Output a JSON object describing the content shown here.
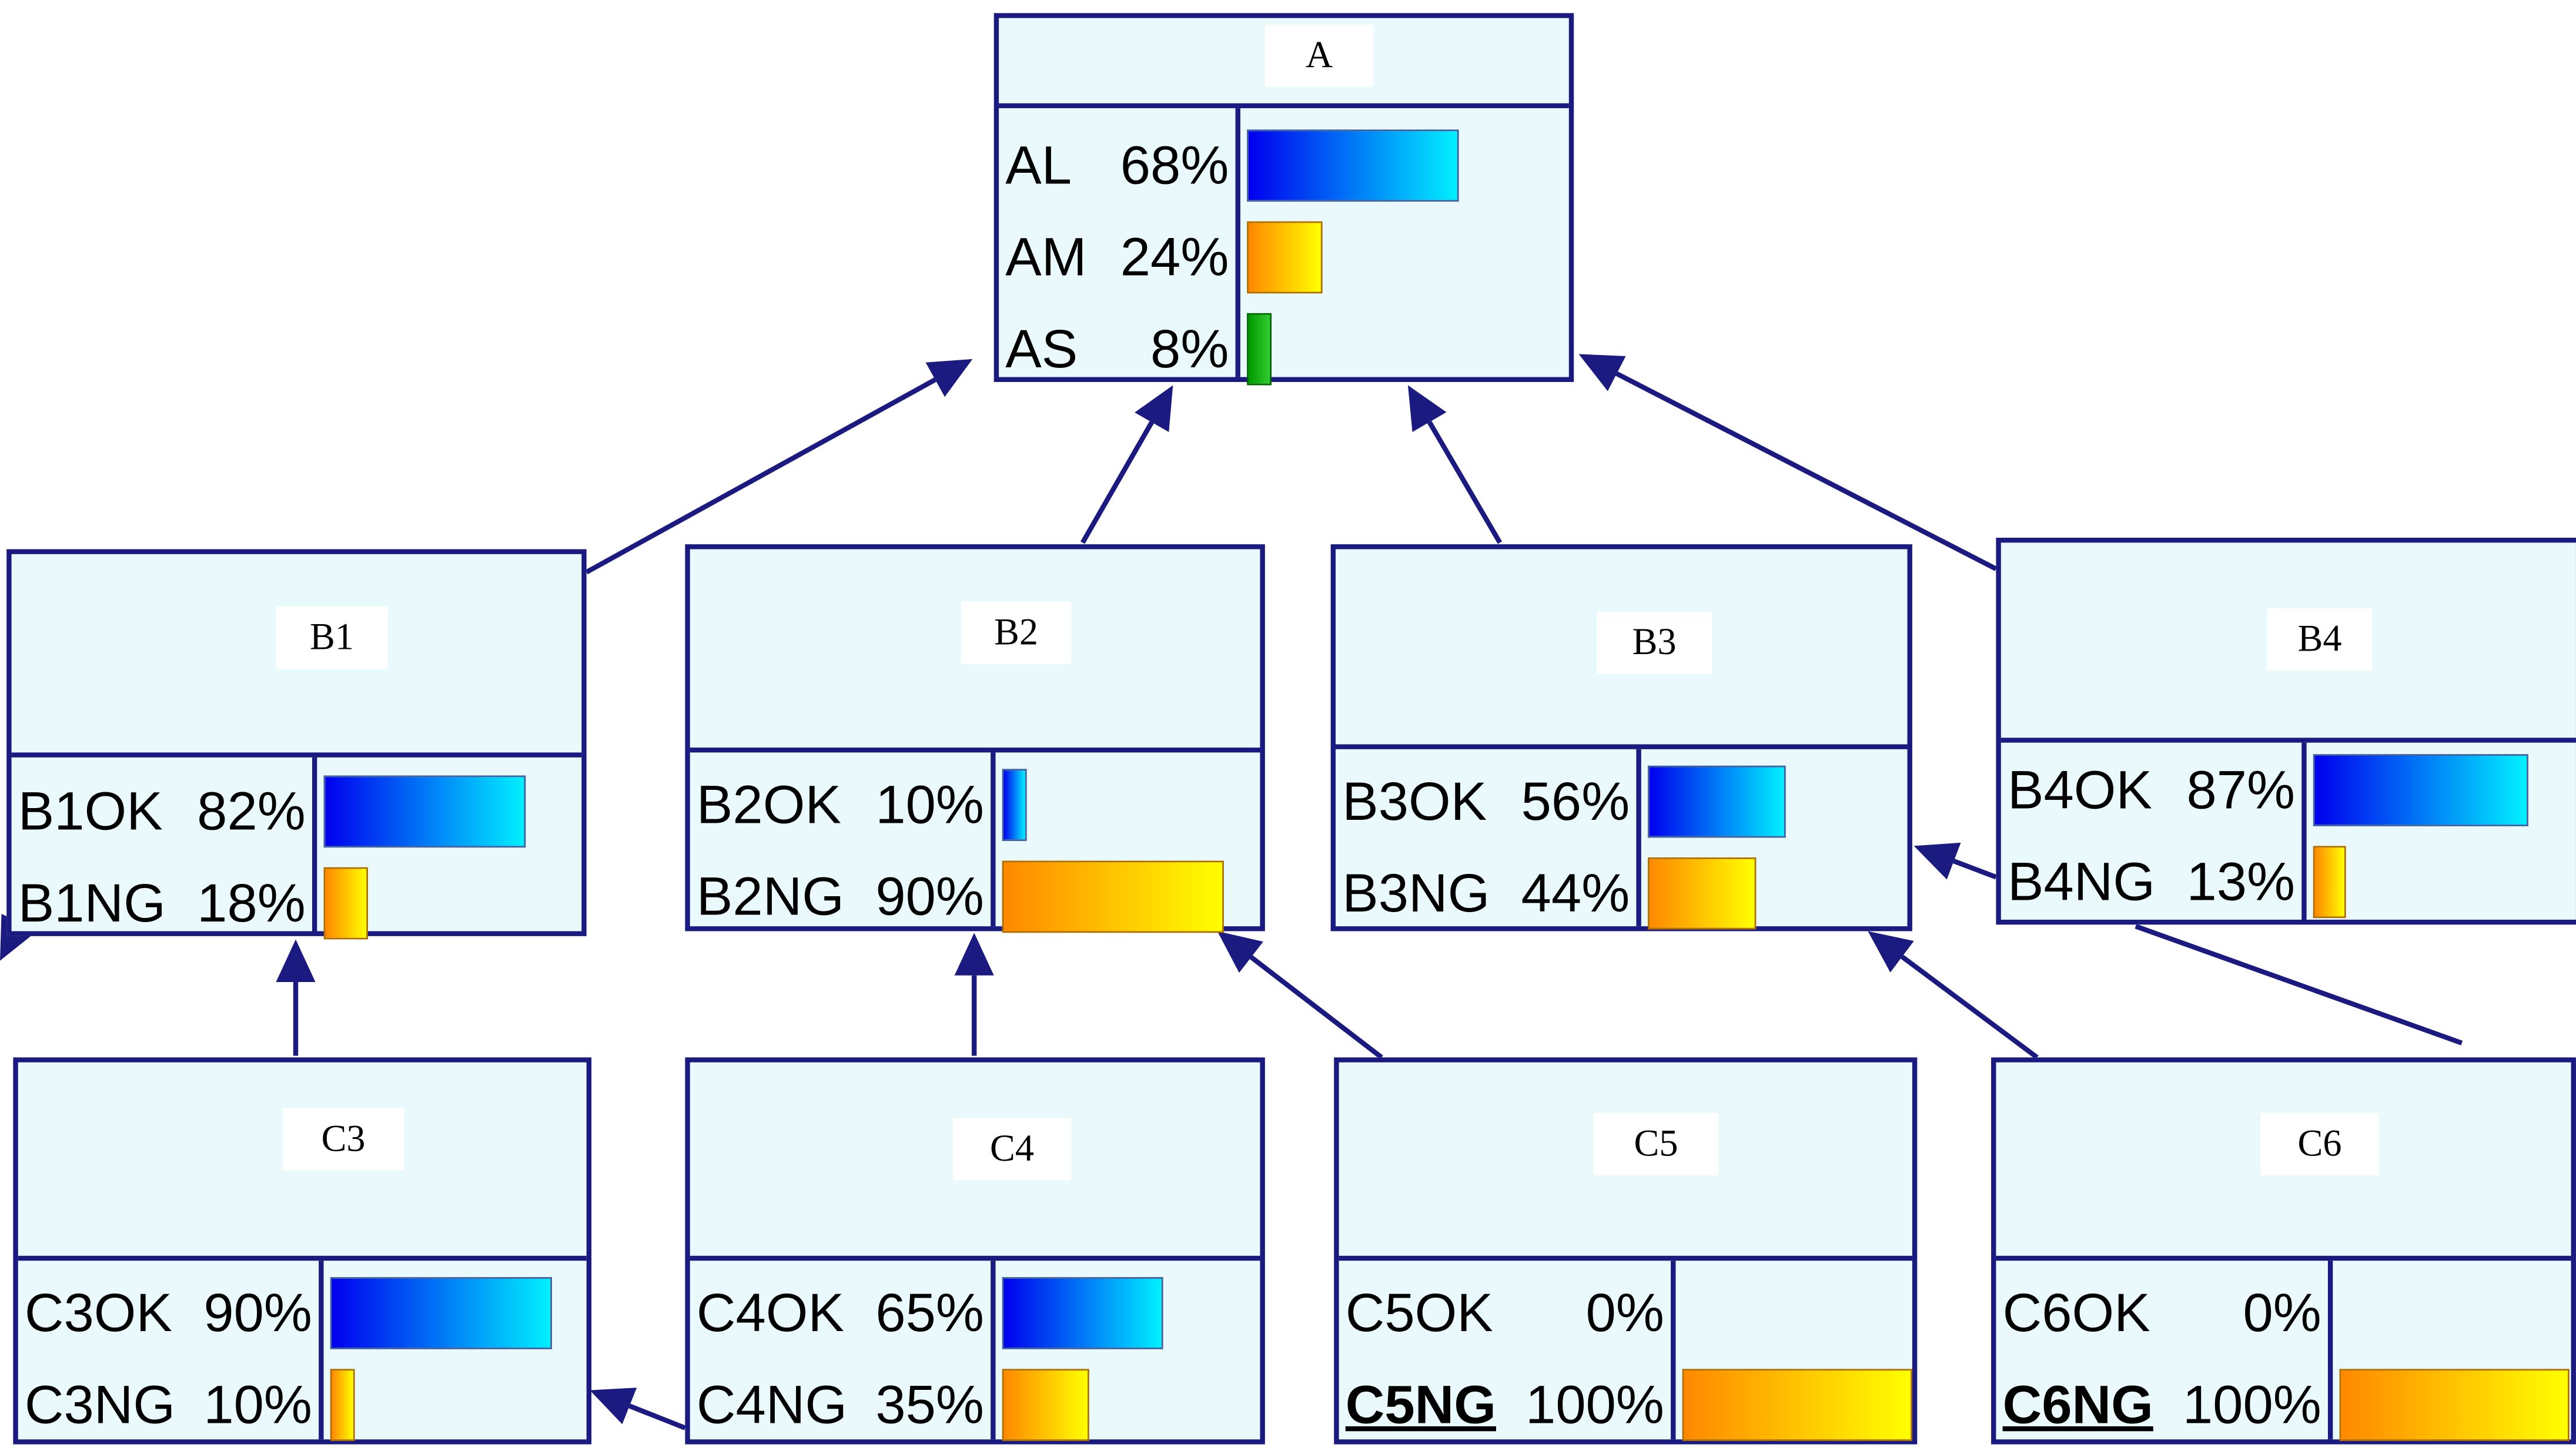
{
  "nodes": {
    "A": {
      "title": "A",
      "states": [
        {
          "name": "AL",
          "pct": "68%",
          "value": 0.68,
          "color": "blue"
        },
        {
          "name": "AM",
          "pct": "24%",
          "value": 0.24,
          "color": "orange"
        },
        {
          "name": "AS",
          "pct": "8%",
          "value": 0.08,
          "color": "green"
        }
      ]
    },
    "B1": {
      "title": "B1",
      "states": [
        {
          "name": "B1OK",
          "pct": "82%",
          "value": 0.82,
          "color": "blue"
        },
        {
          "name": "B1NG",
          "pct": "18%",
          "value": 0.18,
          "color": "orange"
        }
      ]
    },
    "B2": {
      "title": "B2",
      "states": [
        {
          "name": "B2OK",
          "pct": "10%",
          "value": 0.1,
          "color": "blue"
        },
        {
          "name": "B2NG",
          "pct": "90%",
          "value": 0.9,
          "color": "orange"
        }
      ]
    },
    "B3": {
      "title": "B3",
      "states": [
        {
          "name": "B3OK",
          "pct": "56%",
          "value": 0.56,
          "color": "blue"
        },
        {
          "name": "B3NG",
          "pct": "44%",
          "value": 0.44,
          "color": "orange"
        }
      ]
    },
    "B4": {
      "title": "B4",
      "states": [
        {
          "name": "B4OK",
          "pct": "87%",
          "value": 0.87,
          "color": "blue"
        },
        {
          "name": "B4NG",
          "pct": "13%",
          "value": 0.13,
          "color": "orange"
        }
      ]
    },
    "C3": {
      "title": "C3",
      "states": [
        {
          "name": "C3OK",
          "pct": "90%",
          "value": 0.9,
          "color": "blue"
        },
        {
          "name": "C3NG",
          "pct": "10%",
          "value": 0.1,
          "color": "orange"
        }
      ]
    },
    "C4": {
      "title": "C4",
      "states": [
        {
          "name": "C4OK",
          "pct": "65%",
          "value": 0.65,
          "color": "blue"
        },
        {
          "name": "C4NG",
          "pct": "35%",
          "value": 0.35,
          "color": "orange"
        }
      ]
    },
    "C5": {
      "title": "C5",
      "states": [
        {
          "name": "C5OK",
          "pct": "0%",
          "value": 0.0,
          "color": "blue"
        },
        {
          "name": "C5NG",
          "pct": "100%",
          "value": 1.0,
          "color": "orange",
          "evidence": true
        }
      ]
    },
    "C6": {
      "title": "C6",
      "states": [
        {
          "name": "C6OK",
          "pct": "0%",
          "value": 0.0,
          "color": "blue"
        },
        {
          "name": "C6NG",
          "pct": "100%",
          "value": 1.0,
          "color": "orange",
          "evidence": true
        }
      ]
    }
  },
  "colors": {
    "border": "#1a1a80",
    "node_fill": "#eaf9fb",
    "link": "#1a1a80"
  }
}
